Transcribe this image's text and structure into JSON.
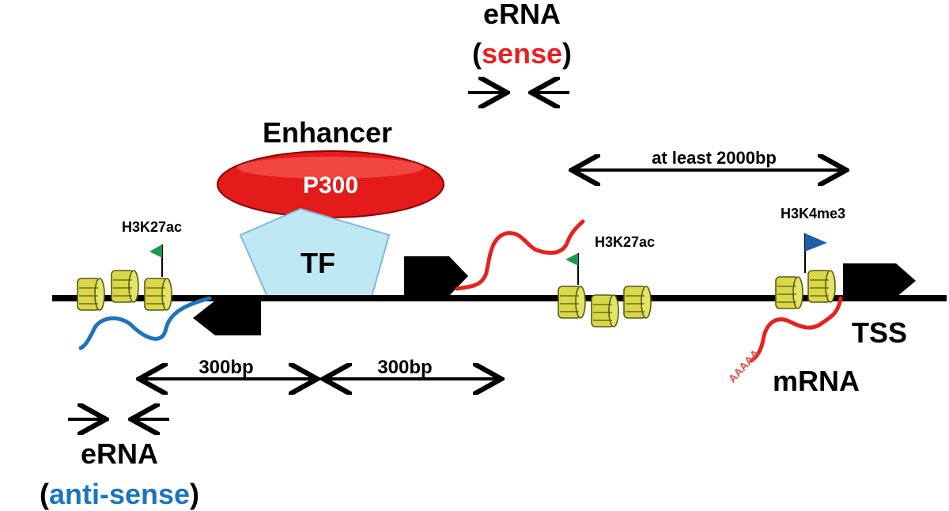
{
  "top_erna": {
    "title": "eRNA",
    "open": "(",
    "sense": "sense",
    "close": ")"
  },
  "bottom_erna": {
    "title": "eRNA",
    "open": "(",
    "antisense": "anti-sense",
    "close": ")"
  },
  "enhancer_label": "Enhancer",
  "p300_label": "P300",
  "tf_label": "TF",
  "distance_labels": {
    "left_300": "300bp",
    "right_300": "300bp",
    "long": "at least 2000bp"
  },
  "marks": {
    "h3k27ac_left": "H3K27ac",
    "h3k27ac_right": "H3K27ac",
    "h3k4me3": "H3K4me3"
  },
  "tss_label": "TSS",
  "mrna_label": "mRNA",
  "polya_label": "AAAAA",
  "colors": {
    "sense": "#e8211f",
    "antisense": "#1c75bc",
    "p300_fill": "#e31b1b",
    "tf_fill": "#bfe8f5",
    "tf_stroke": "#7fb9d6",
    "nucleosome": "#d8d84a",
    "green_flag": "#1a9a4a",
    "blue_flag": "#1f5fa8"
  }
}
